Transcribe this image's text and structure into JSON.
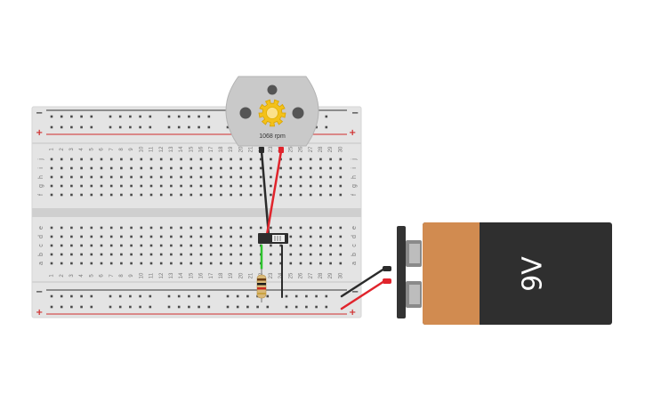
{
  "breadboard": {
    "columns": [
      "1",
      "2",
      "3",
      "4",
      "5",
      "6",
      "7",
      "8",
      "9",
      "10",
      "11",
      "12",
      "13",
      "14",
      "15",
      "16",
      "17",
      "18",
      "19",
      "20",
      "21",
      "22",
      "23",
      "24",
      "25",
      "26",
      "27",
      "28",
      "29",
      "30"
    ],
    "top_rows": [
      "j",
      "i",
      "h",
      "g",
      "f"
    ],
    "bottom_rows": [
      "e",
      "d",
      "c",
      "b",
      "a"
    ],
    "rail_plus": "+",
    "rail_minus": "−"
  },
  "motor": {
    "speed_label": "1068 rpm"
  },
  "battery": {
    "voltage_label": "9V"
  },
  "colors": {
    "board": "#e4e4e4",
    "gutter": "#cfcfcf",
    "hole": "#4a4a4a",
    "rail_red": "#d02c2c",
    "rail_black": "#333333",
    "wire_red": "#e0242c",
    "wire_black": "#2b2b2b",
    "wire_green": "#2ec52e",
    "battery_body": "#2f2f2f",
    "battery_label": "#d18b50",
    "motor_body": "#c9c9c9",
    "gear": "#f3c11a"
  },
  "components": {
    "switch": "slide-switch",
    "resistor": "resistor",
    "motor_icon": "gear-icon"
  }
}
